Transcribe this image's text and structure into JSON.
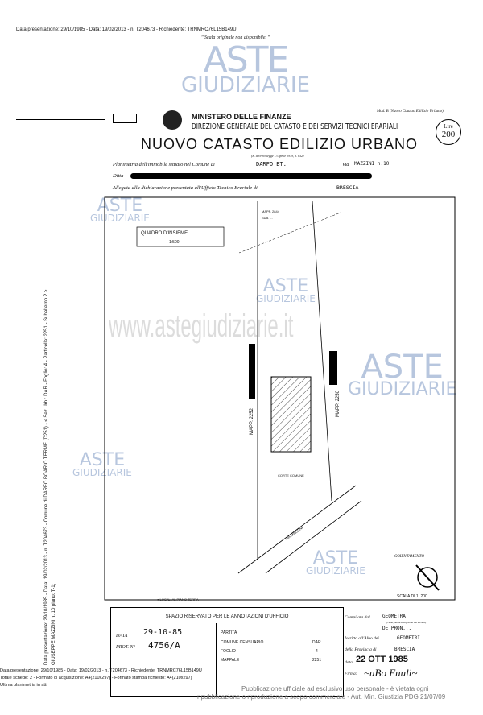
{
  "header_line": "Data presentazione: 29/10/1985 - Data: 19/02/2013 - n. T204673 - Richiedente: TRNMRC76L15B149U",
  "scale_note": "\" Scala originale non disponibile. \"",
  "watermark": {
    "line1": "ASTE",
    "line2": "GIUDIZIARIE",
    "url": "www.astegiudiziarie.it",
    "notice1": "Pubblicazione ufficiale ad esclusivo uso personale - è vietata ogni",
    "notice2": "ripubblicazione o riproduzione a scopo commerciale - Aut. Min. Giustizia PDG 21/07/09"
  },
  "form": {
    "model_code": "Mod. B (Nuovo Catasto Edilizio Urbano)",
    "ministry": "MINISTERO DELLE FINANZE",
    "direction": "DIREZIONE GENERALE DEL CATASTO E DEI SERVIZI TECNICI ERARIALI",
    "title": "NUOVO CATASTO EDILIZIO URBANO",
    "subtitle": "(R. decreto-legge 13 aprile 1939, n. 652)",
    "price_unit": "Lire",
    "price": "200",
    "plan_label": "Planimetria dell'immobile situato nel Comune di",
    "comune": "DARFO BT.",
    "via_label": "Via",
    "via": "MAZZINI n.10",
    "ditta_label": "Ditta",
    "allegato_label": "Allegata alla dichiarazione presentata all'Ufficio Tecnico Erariale di",
    "ufficio": "BRESCIA"
  },
  "drawing": {
    "quadro_title": "QUADRO D'INSIEME",
    "quadro_scale": "1:500",
    "north_label": "MAPP. 2844",
    "north_label2": "SUB. ...",
    "left_label": "MAPP. 2252",
    "right_label": "MAPP. 2250",
    "courtyard": "CORTE COMUNE",
    "street": "VIA MAZZINI",
    "orientation": "ORIENTAMENTO",
    "scale": "SCALA DI 1: 200",
    "legend": "LOCALI AL PIANO TERRA"
  },
  "office": {
    "title": "SPAZIO RISERVATO PER LE ANNOTAZIONI D'UFFICIO",
    "date_label": "DATA",
    "date_value": "29-10-85",
    "prot_label": "PROT. N°",
    "prot_value": "4756/A",
    "partita": "PARTITA",
    "comune_censuario": "COMUNE CENSUARIO",
    "comune_censuario_value": "DAR",
    "foglio": "FOGLIO",
    "foglio_value": "4",
    "mappale": "MAPPALE",
    "mappale_value": "2251"
  },
  "compiled": {
    "label": "Compilata dal",
    "value": "GEOMETRA",
    "value2": "DE PRON...",
    "small": "(Titolo, nome e cognome del tecnico)",
    "albo_label": "Iscritto all'Albo dei",
    "albo": "GEOMETRI",
    "prov_label": "della Provincia di",
    "prov": "BRESCIA",
    "data_label": "data",
    "data": "22 OTT 1985",
    "firma_label": "Firma:"
  },
  "vertical_text": "Data presentazione: 29/10/1985 - Data: 19/02/2013 - n. T204673 - Comune di DARFO BOARIO TERME (D251) - < Sez.Urb.: DAR - Foglio: 4 - Particella: 2251 - Subalterno 2 >",
  "vertical_text2": "GIUSEPPE MAZZINI n. 10 piano: T-1;",
  "footer": {
    "line1": "Data presentazione: 29/10/1985 - Data: 19/02/2013 - n. T204673 - Richiedente: TRNMRC76L15B149U",
    "line2": "Totale schede: 2 - Formato di acquisizione: A4(210x297) - Formato stampa richiesto: A4(210x297)",
    "line3": "Ultima planimetria in atti"
  }
}
